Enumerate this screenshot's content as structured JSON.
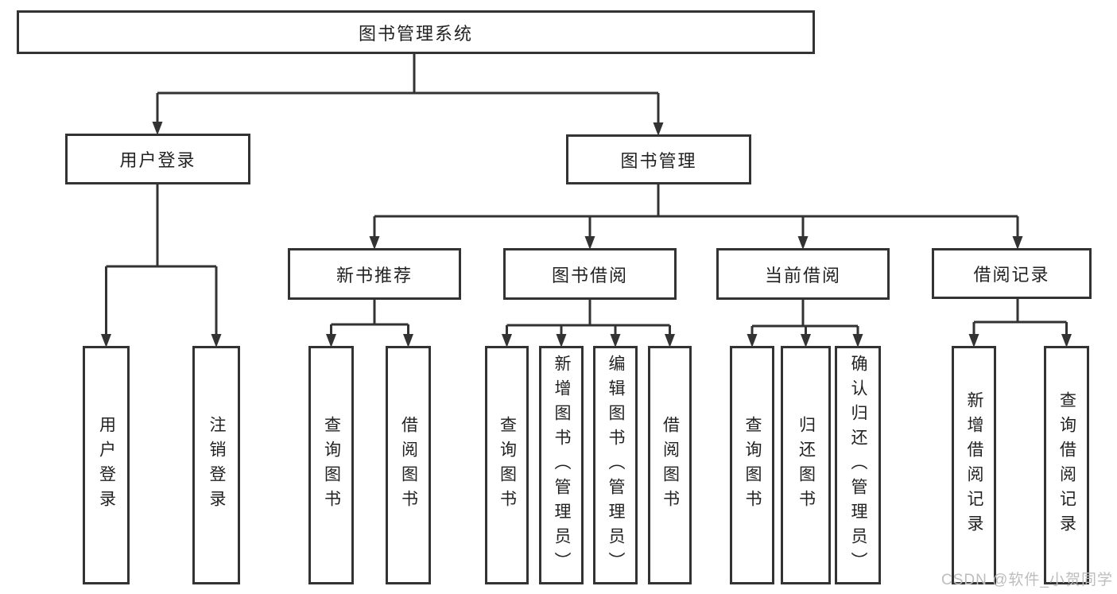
{
  "diagram": {
    "title": "图书管理系统",
    "nodes": [
      {
        "id": "root",
        "label": "图书管理系统"
      },
      {
        "id": "user-login",
        "label": "用户登录"
      },
      {
        "id": "book-mgmt",
        "label": "图书管理"
      },
      {
        "id": "new-book-rec",
        "label": "新书推荐"
      },
      {
        "id": "book-borrow",
        "label": "图书借阅"
      },
      {
        "id": "current-borrow",
        "label": "当前借阅"
      },
      {
        "id": "borrow-records",
        "label": "借阅记录"
      },
      {
        "id": "login-leaf",
        "label": "用户登录"
      },
      {
        "id": "logout-leaf",
        "label": "注销登录"
      },
      {
        "id": "rec-query-book",
        "label": "查询图书"
      },
      {
        "id": "rec-borrow-book",
        "label": "借阅图书"
      },
      {
        "id": "bb-query-book",
        "label": "查询图书"
      },
      {
        "id": "bb-add-book",
        "label": "新增图书（管理员）"
      },
      {
        "id": "bb-edit-book",
        "label": "编辑图书（管理员）"
      },
      {
        "id": "bb-borrow-book",
        "label": "借阅图书"
      },
      {
        "id": "cb-query-book",
        "label": "查询图书"
      },
      {
        "id": "cb-return-book",
        "label": "归还图书"
      },
      {
        "id": "cb-confirm-return",
        "label": "确认归还（管理员）"
      },
      {
        "id": "br-add-record",
        "label": "新增借阅记录"
      },
      {
        "id": "br-query-record",
        "label": "查询借阅记录"
      }
    ],
    "edges": [
      {
        "from": "root",
        "to": [
          "user-login",
          "book-mgmt"
        ]
      },
      {
        "from": "user-login",
        "to": [
          "login-leaf",
          "logout-leaf"
        ]
      },
      {
        "from": "book-mgmt",
        "to": [
          "new-book-rec",
          "book-borrow",
          "current-borrow",
          "borrow-records"
        ]
      },
      {
        "from": "new-book-rec",
        "to": [
          "rec-query-book",
          "rec-borrow-book"
        ]
      },
      {
        "from": "book-borrow",
        "to": [
          "bb-query-book",
          "bb-add-book",
          "bb-edit-book",
          "bb-borrow-book"
        ]
      },
      {
        "from": "current-borrow",
        "to": [
          "cb-query-book",
          "cb-return-book",
          "cb-confirm-return"
        ]
      },
      {
        "from": "borrow-records",
        "to": [
          "br-add-record",
          "br-query-record"
        ]
      }
    ]
  },
  "watermark": {
    "text": "CSDN @软件_小贺同学"
  },
  "colors": {
    "line": "#333333",
    "text": "#222222",
    "box_background": "#ffffff",
    "watermark": "#bdbdbd",
    "background": "#ffffff"
  }
}
